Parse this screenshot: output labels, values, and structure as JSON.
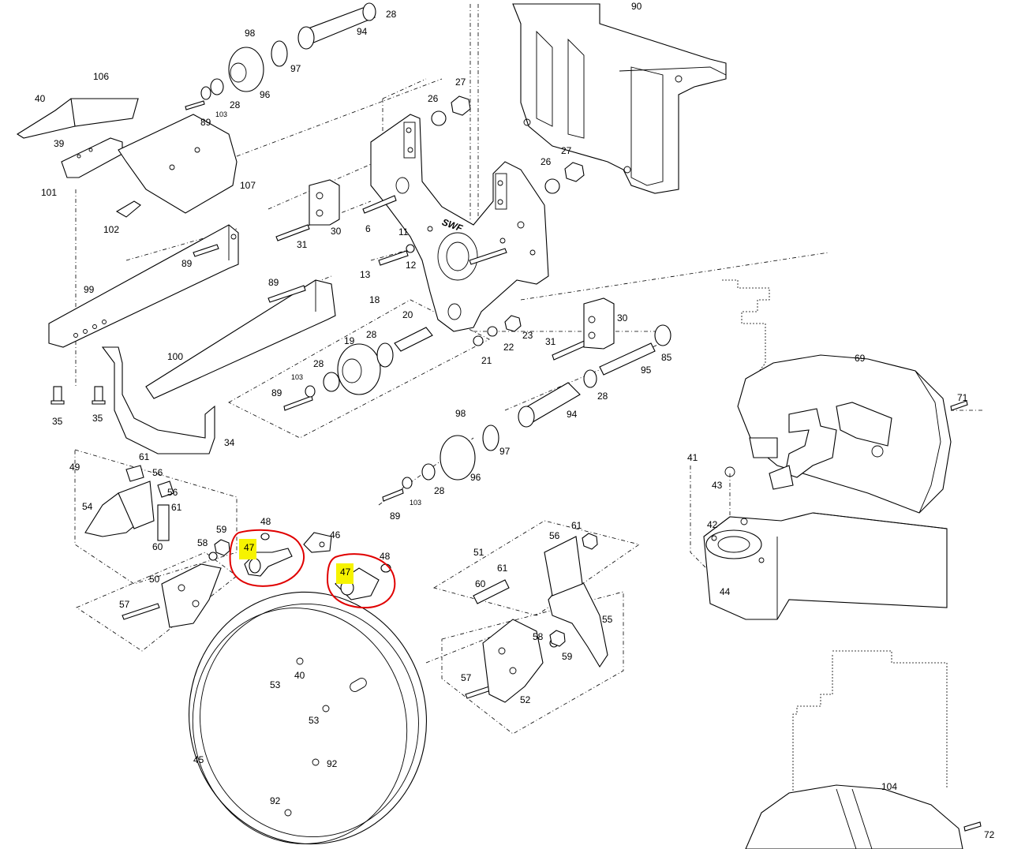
{
  "diagram": {
    "type": "exploded-parts-diagram",
    "labels": [
      "28",
      "94",
      "98",
      "90",
      "106",
      "40",
      "97",
      "39",
      "96",
      "28",
      "89",
      "103",
      "26",
      "27",
      "101",
      "107",
      "102",
      "26",
      "27",
      "30",
      "6",
      "31",
      "11",
      "99",
      "89",
      "12",
      "13",
      "89",
      "18",
      "30",
      "20",
      "23",
      "19",
      "28",
      "22",
      "31",
      "100",
      "21",
      "85",
      "103",
      "28",
      "95",
      "89",
      "28",
      "35",
      "35",
      "34",
      "94",
      "98",
      "69",
      "71",
      "97",
      "96",
      "28",
      "103",
      "89",
      "49",
      "61",
      "56",
      "56",
      "54",
      "61",
      "59",
      "48",
      "46",
      "60",
      "58",
      "47",
      "47",
      "48",
      "50",
      "57",
      "51",
      "61",
      "56",
      "61",
      "60",
      "55",
      "58",
      "59",
      "57",
      "52",
      "40",
      "53",
      "53",
      "45",
      "92",
      "92",
      "41",
      "43",
      "42",
      "44",
      "104",
      "72"
    ],
    "highlight_color": "#f6f300",
    "circle_color": "#e00000",
    "logo_text": "SWF"
  }
}
